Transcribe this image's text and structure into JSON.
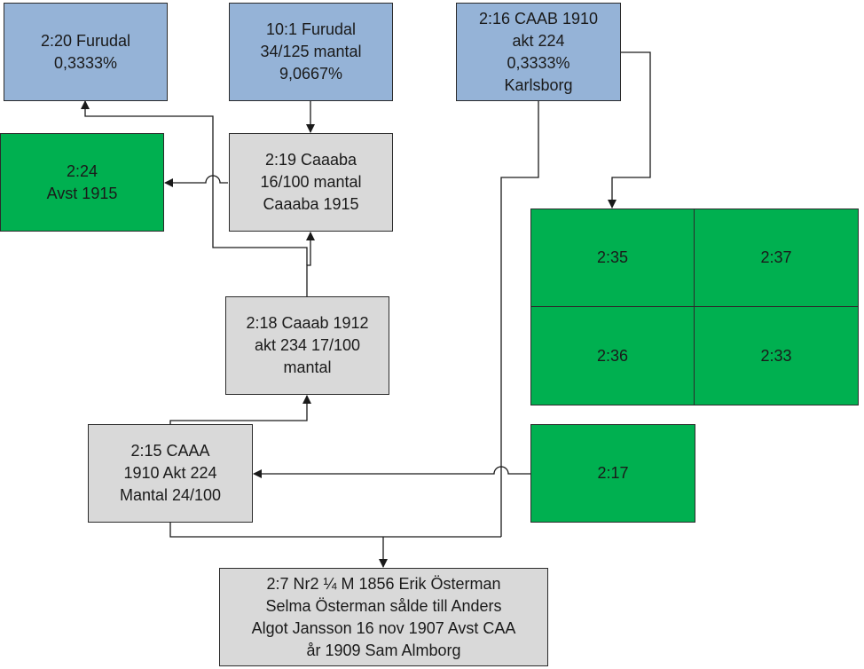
{
  "diagram": {
    "nodes": {
      "n_2_20": {
        "text": "2:20 Furudal\n0,3333%"
      },
      "n_10_1": {
        "text": "10:1 Furudal\n34/125 mantal\n9,0667%"
      },
      "n_2_16": {
        "text": "2:16 CAAB 1910\nakt 224\n0,3333%\nKarlsborg"
      },
      "n_2_24": {
        "text": "2:24\nAvst 1915"
      },
      "n_2_19": {
        "text": "2:19 Caaaba\n16/100 mantal\nCaaaba 1915"
      },
      "n_2_18": {
        "text": "2:18 Caaab 1912\nakt 234 17/100\nmantal"
      },
      "n_2_15": {
        "text": "2:15 CAAA\n1910 Akt 224\nMantal 24/100"
      },
      "n_2_7": {
        "text": "2:7 Nr2  ¼ M 1856 Erik Österman\nSelma Österman sålde till Anders\nAlgot Jansson 16 nov 1907  Avst CAA\når 1909 Sam Almborg"
      },
      "n_2_17": {
        "text": "2:17"
      }
    },
    "grid": [
      "2:35",
      "2:37",
      "2:36",
      "2:33"
    ],
    "colors": {
      "blue": "#95b3d7",
      "gray": "#d9d9d9",
      "green": "#00b050",
      "line": "#1a1a1a"
    },
    "edges": [
      {
        "from": "10:1",
        "to": "2:19"
      },
      {
        "from": "2:19",
        "to": "2:24"
      },
      {
        "from": "2:18",
        "to": "2:19"
      },
      {
        "from": "2:18",
        "to": "2:20"
      },
      {
        "from": "2:15",
        "to": "2:18"
      },
      {
        "from": "2:17",
        "to": "2:15"
      },
      {
        "from": "2:15",
        "to": "2:7"
      },
      {
        "from": "2:16",
        "to": "2:7"
      },
      {
        "from": "2:16",
        "to": "2:35"
      }
    ]
  }
}
